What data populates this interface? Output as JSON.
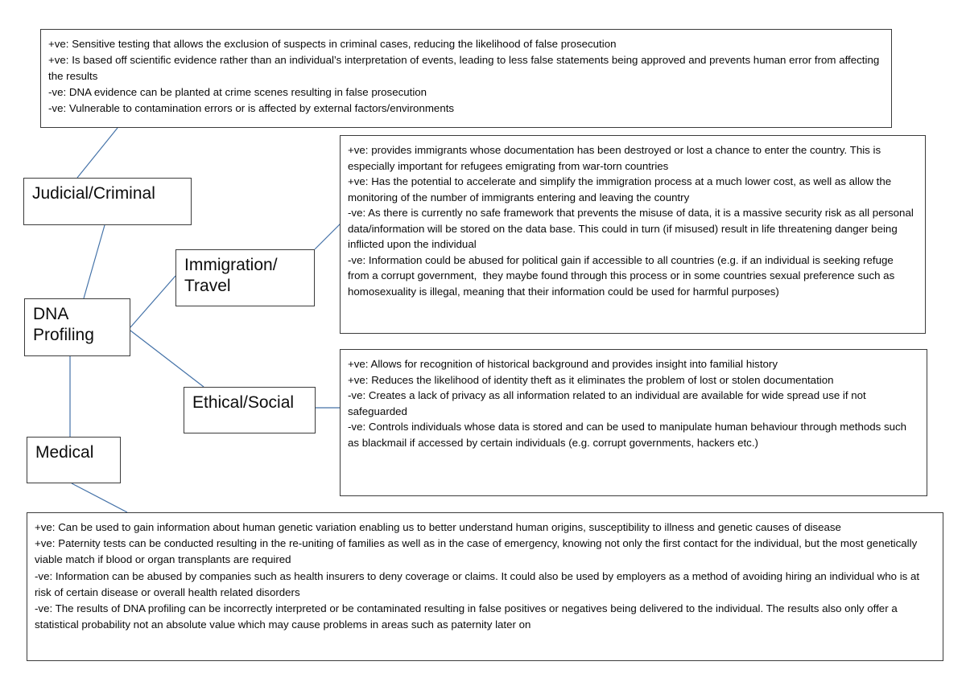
{
  "diagram": {
    "title": "DNA Profiling",
    "type": "mind-map",
    "colors": {
      "box_border": "#3b3b3b",
      "connector": "#4472a8",
      "text": "#0a0a0a",
      "background": "#ffffff"
    }
  },
  "nodes": {
    "root": {
      "label": "DNA\nProfiling"
    },
    "judicial": {
      "label": "Judicial/Criminal"
    },
    "immigration": {
      "label": "Immigration/\nTravel"
    },
    "ethical": {
      "label": "Ethical/Social"
    },
    "medical": {
      "label": "Medical"
    }
  },
  "details": {
    "judicial": {
      "text": "+ve: Sensitive testing that allows the exclusion of suspects in criminal cases, reducing the likelihood of false prosecution\n+ve: Is based off scientific evidence rather than an individual’s interpretation of events, leading to less false statements being approved and prevents human error from affecting the results\n-ve: DNA evidence can be planted at crime scenes resulting in false prosecution\n-ve: Vulnerable to contamination errors or is affected by external factors/environments"
    },
    "immigration": {
      "text": "+ve: provides immigrants whose documentation has been destroyed or lost a chance to enter the country. This is especially important for refugees emigrating from war-torn countries\n+ve: Has the potential to accelerate and simplify the immigration process at a much lower cost, as well as allow the monitoring of the number of immigrants entering and leaving the country\n-ve: As there is currently no safe framework that prevents the misuse of data, it is a massive security risk as all personal data/information will be stored on the data base. This could in turn (if misused) result in life threatening danger being inflicted upon the individual\n-ve: Information could be abused for political gain if accessible to all countries (e.g. if an individual is seeking refuge from a corrupt government,  they maybe found through this process or in some countries sexual preference such as homosexuality is illegal, meaning that their information could be used for harmful purposes)"
    },
    "ethical": {
      "text": "+ve: Allows for recognition of historical background and provides insight into familial history\n+ve: Reduces the likelihood of identity theft as it eliminates the problem of lost or stolen documentation\n-ve: Creates a lack of privacy as all information related to an individual are available for wide spread use if not safeguarded\n-ve: Controls individuals whose data is stored and can be used to manipulate human behaviour through methods such as blackmail if accessed by certain individuals (e.g. corrupt governments, hackers etc.)"
    },
    "medical": {
      "text": "+ve: Can be used to gain information about human genetic variation enabling us to better understand human origins, susceptibility to illness and genetic causes of disease\n+ve: Paternity tests can be conducted resulting in the re-uniting of families as well as in the case of emergency, knowing not only the first contact for the individual, but the most genetically viable match if blood or organ transplants are required\n-ve: Information can be abused by companies such as health insurers to deny coverage or claims. It could also be used by employers as a method of avoiding hiring an individual who is at risk of certain disease or overall health related disorders\n-ve: The results of DNA profiling can be incorrectly interpreted or be contaminated resulting in false positives or negatives being delivered to the individual. The results also only offer a statistical probability not an absolute value which may cause problems in areas such as paternity later on"
    }
  },
  "connectors": [
    {
      "name": "root-to-judicial",
      "from": "DNA Profiling",
      "to": "Judicial/Criminal"
    },
    {
      "name": "root-to-immigration",
      "from": "DNA Profiling",
      "to": "Immigration/Travel"
    },
    {
      "name": "root-to-ethical",
      "from": "DNA Profiling",
      "to": "Ethical/Social"
    },
    {
      "name": "root-to-medical",
      "from": "DNA Profiling",
      "to": "Medical"
    },
    {
      "name": "judicial-to-detail",
      "from": "Judicial/Criminal",
      "to": "judicial detail box"
    },
    {
      "name": "immigration-to-detail",
      "from": "Immigration/Travel",
      "to": "immigration detail box"
    },
    {
      "name": "ethical-to-detail",
      "from": "Ethical/Social",
      "to": "ethical detail box"
    },
    {
      "name": "medical-to-detail",
      "from": "Medical",
      "to": "medical detail box"
    }
  ]
}
